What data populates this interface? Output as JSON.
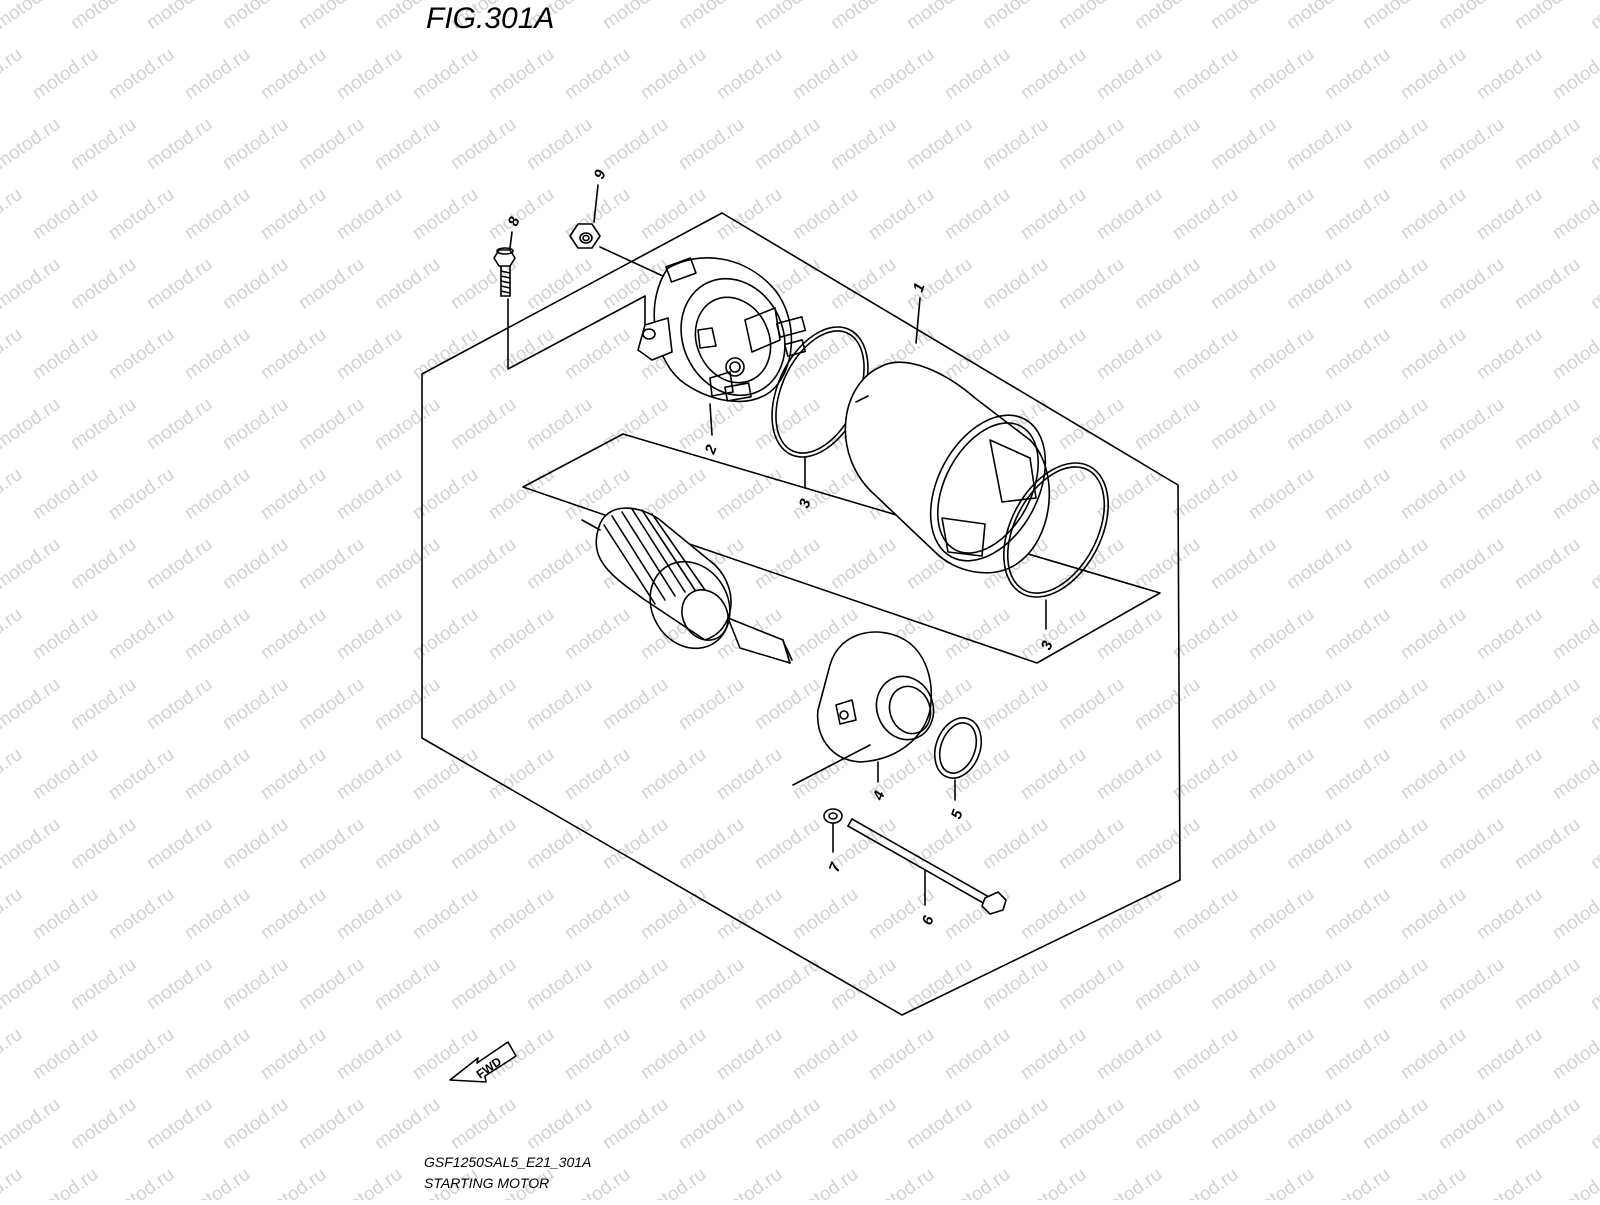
{
  "figure": {
    "title": "FIG.301A",
    "code": "GSF1250SAL5_E21_301A",
    "name": "STARTING MOTOR"
  },
  "watermark": "motod.ru",
  "direction_label": "FWD",
  "callouts": [
    "1",
    "2",
    "3",
    "3",
    "4",
    "5",
    "6",
    "7",
    "8",
    "9"
  ],
  "colors": {
    "line": "#000000",
    "watermark": "#d2d2d2",
    "background": "#ffffff"
  }
}
